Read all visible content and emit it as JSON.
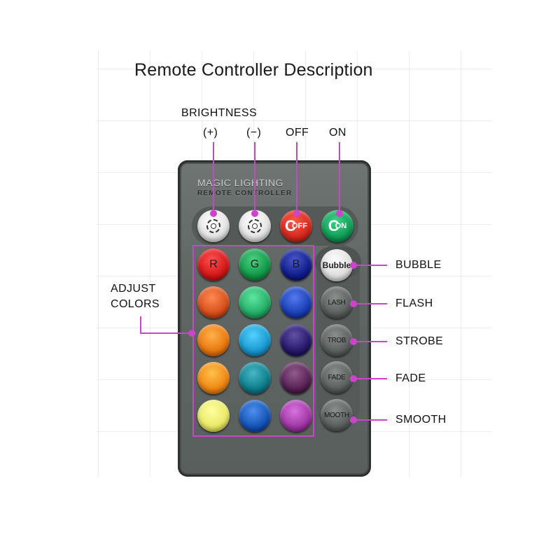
{
  "title": "Remote Controller Description",
  "labels": {
    "brightness": "BRIGHTNESS",
    "plus": "(+)",
    "minus": "(−)",
    "off": "OFF",
    "on": "ON",
    "adjust_colors_line1": "ADJUST",
    "adjust_colors_line2": "COLORS",
    "bubble": "BUBBLE",
    "flash": "FLASH",
    "strobe": "STROBE",
    "fade": "FADE",
    "smooth": "SMOOTH"
  },
  "remote": {
    "brand_line1": "MAGIC LIGHTING",
    "brand_line2": "REMOTE CONTROLLER",
    "top_buttons": {
      "off_text": "OFF",
      "on_text": "ON",
      "power_glyph": "C"
    },
    "color_buttons": [
      {
        "row": 0,
        "col": 0,
        "color": "#d51a1a",
        "text": "R"
      },
      {
        "row": 0,
        "col": 1,
        "color": "#159a4c",
        "text": "G"
      },
      {
        "row": 0,
        "col": 2,
        "color": "#13208f",
        "text": "B"
      },
      {
        "row": 1,
        "col": 0,
        "color": "#d9521c",
        "text": ""
      },
      {
        "row": 1,
        "col": 1,
        "color": "#27b06a",
        "text": ""
      },
      {
        "row": 1,
        "col": 2,
        "color": "#1d42b8",
        "text": ""
      },
      {
        "row": 2,
        "col": 0,
        "color": "#ea7a12",
        "text": ""
      },
      {
        "row": 2,
        "col": 1,
        "color": "#1b9bd1",
        "text": ""
      },
      {
        "row": 2,
        "col": 2,
        "color": "#2a1a6e",
        "text": ""
      },
      {
        "row": 3,
        "col": 0,
        "color": "#f08a16",
        "text": ""
      },
      {
        "row": 3,
        "col": 1,
        "color": "#10808f",
        "text": ""
      },
      {
        "row": 3,
        "col": 2,
        "color": "#5a2457",
        "text": ""
      },
      {
        "row": 4,
        "col": 0,
        "color": "#eaea6a",
        "text": ""
      },
      {
        "row": 4,
        "col": 1,
        "color": "#1657b8",
        "text": ""
      },
      {
        "row": 4,
        "col": 2,
        "color": "#a23aa8",
        "text": ""
      }
    ],
    "side_buttons": {
      "bubble": "Bubble",
      "flash": "LASH",
      "strobe": "TROB",
      "fade": "FADE",
      "smooth": "MOOTH"
    }
  },
  "accent_color": "#cc44cc"
}
